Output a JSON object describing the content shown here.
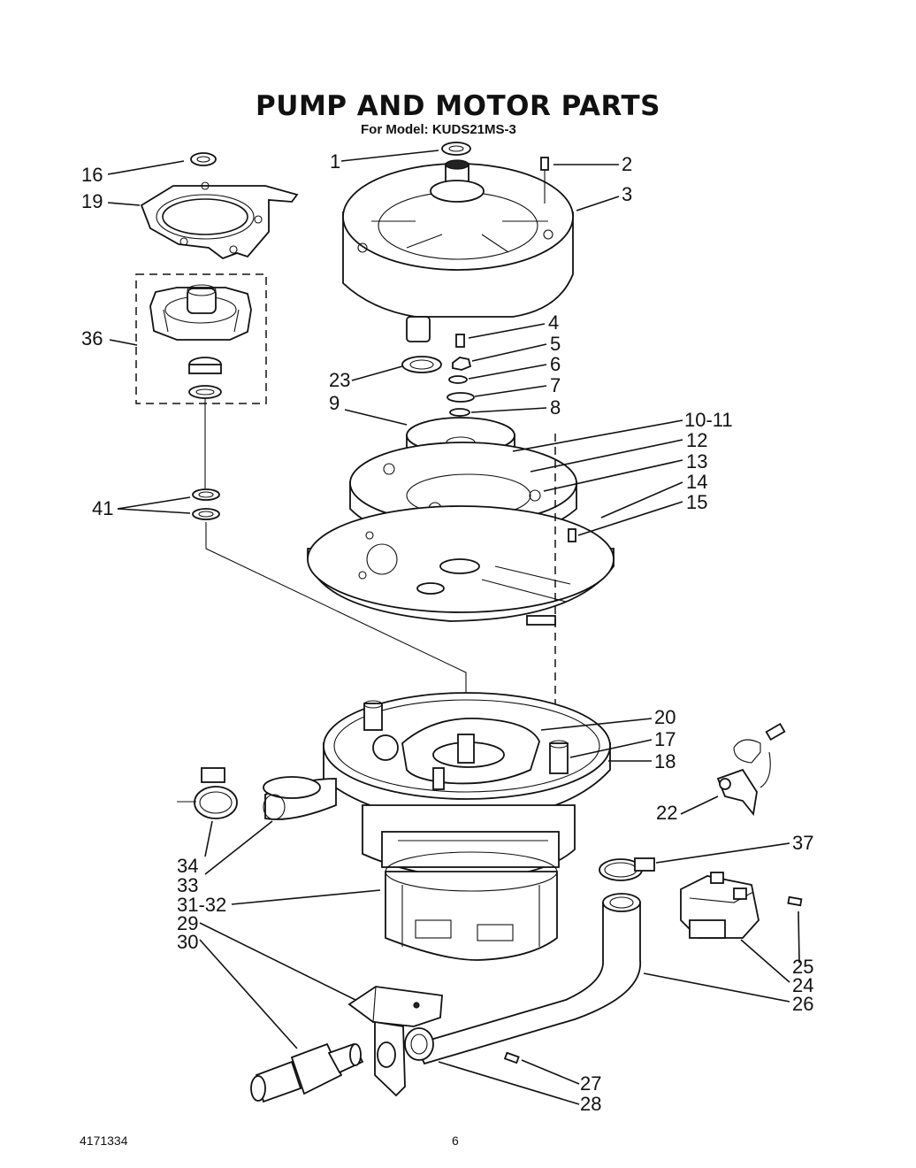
{
  "title": "PUMP AND MOTOR PARTS",
  "subtitle": "For Model: KUDS21MS-3",
  "callouts": {
    "c1": "1",
    "c2": "2",
    "c3": "3",
    "c4": "4",
    "c5": "5",
    "c6": "6",
    "c7": "7",
    "c8": "8",
    "c9": "9",
    "c10_11": "10-11",
    "c12": "12",
    "c13": "13",
    "c14": "14",
    "c15": "15",
    "c16": "16",
    "c17": "17",
    "c18": "18",
    "c19": "19",
    "c20": "20",
    "c22": "22",
    "c23": "23",
    "c24": "24",
    "c25": "25",
    "c26": "26",
    "c27": "27",
    "c28": "28",
    "c29": "29",
    "c30": "30",
    "c31_32": "31-32",
    "c33": "33",
    "c34": "34",
    "c36": "36",
    "c37": "37",
    "c41": "41"
  },
  "footer": {
    "doc_number": "4171334",
    "page_number": "6"
  }
}
